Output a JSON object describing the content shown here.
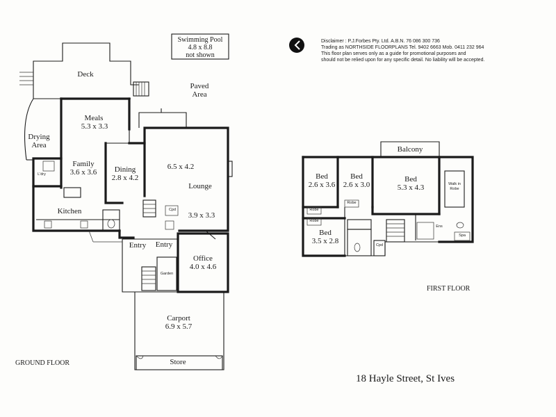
{
  "pool": {
    "l1": "Swimming Pool",
    "l2": "4.8 x 8.8",
    "l3": "not shown"
  },
  "disclaimer": {
    "l1": "Disclaimer : P.J.Forbes Pty. Ltd. A.B.N. 76 086 300 736",
    "l2": "Trading as NORTHSIDE FLOORPLANS Tel. 9402 6663 Mob. 0411 232 964",
    "l3": "This floor plan serves only as a guide for promotional purposes and",
    "l4": "should not be relied upon for any specific detail. No liability will be accepted."
  },
  "ground": {
    "deck": "Deck",
    "paved_l1": "Paved",
    "paved_l2": "Area",
    "meals": "Meals",
    "meals_size": "5.3 x 3.3",
    "drying_l1": "Drying",
    "drying_l2": "Area",
    "family": "Family",
    "family_size": "3.6 x 3.6",
    "ldry": "L'dry",
    "dining": "Dining",
    "dining_size": "2.8 x 4.2",
    "lounge_dim": "6.5 x 4.2",
    "lounge": "Lounge",
    "lounge_size": "3.9 x 3.3",
    "kitchen": "Kitchen",
    "entry_a": "Entry",
    "entry_b": "Entry",
    "office": "Office",
    "office_size": "4.0 x 4.6",
    "carport": "Carport",
    "carport_size": "6.9 x 5.7",
    "store": "Store",
    "cpd": "Cpd",
    "garden": "Garden",
    "label": "GROUND FLOOR"
  },
  "first": {
    "balcony": "Balcony",
    "bed1": "Bed",
    "bed1_size": "2.6 x 3.6",
    "bed2": "Bed",
    "bed2_size": "2.6 x 3.0",
    "bed3": "Bed",
    "bed3_size": "5.3 x 4.3",
    "bed4": "Bed",
    "bed4_size": "3.5 x 2.8",
    "robe": "Robe",
    "wir_l1": "Walk in",
    "wir_l2": "Robe",
    "ens": "Ens",
    "spa": "Spa",
    "cpd": "Cpd",
    "label": "FIRST FLOOR"
  },
  "address": "18 Hayle Street, St Ives",
  "icons": {
    "logo": "back-arrow-circle-logo"
  }
}
